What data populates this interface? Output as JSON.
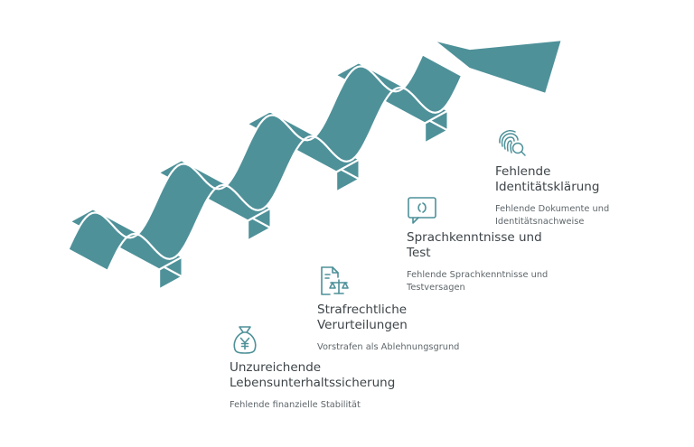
{
  "colors": {
    "fill": "#4e9199",
    "stroke": "#ffffff",
    "icon": "#4e9199",
    "title": "#3d4448",
    "text": "#5f676b"
  },
  "steps": [
    {
      "icon": "money-bag-icon",
      "title_line1": "Unzureichende",
      "title_line2": "Lebensunterhaltssicherung",
      "desc_line1": "Fehlende finanzielle Stabilität",
      "desc_line2": ""
    },
    {
      "icon": "legal-document-scales-icon",
      "title_line1": "Strafrechtliche",
      "title_line2": "Verurteilungen",
      "desc_line1": "Vorstrafen als Ablehnungsgrund",
      "desc_line2": ""
    },
    {
      "icon": "speech-bubble-icon",
      "title_line1": "Sprachkenntnisse und",
      "title_line2": "Test",
      "desc_line1": "Fehlende Sprachkenntnisse und",
      "desc_line2": "Testversagen"
    },
    {
      "icon": "fingerprint-search-icon",
      "title_line1": "Fehlende",
      "title_line2": "Identitätsklärung",
      "desc_line1": "Fehlende Dokumente und",
      "desc_line2": "Identitätsnachweise"
    }
  ]
}
